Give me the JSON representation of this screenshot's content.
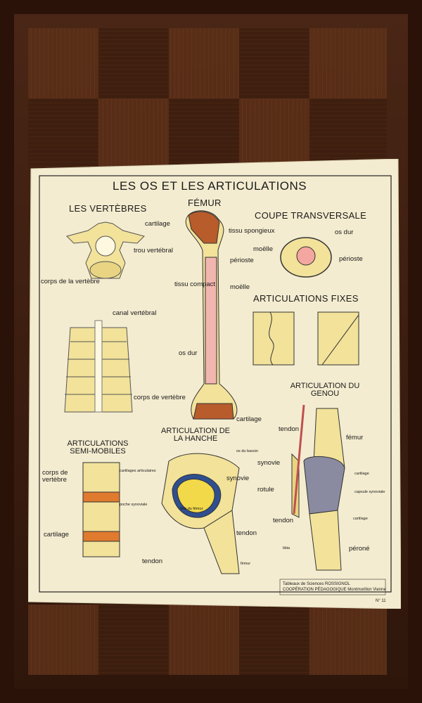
{
  "poster": {
    "title": "LES OS ET LES ARTICULATIONS",
    "number": "N° 11",
    "vertebrae": {
      "heading": "LES VERTÈBRES",
      "labels": [
        "trou vertébral",
        "corps de la vertèbre",
        "canal vertébral",
        "corps de vertèbre"
      ]
    },
    "femur": {
      "heading": "FÉMUR",
      "labels": [
        "cartilage",
        "tissu spongieux",
        "périoste",
        "tissu compact",
        "moëlle",
        "os dur",
        "cartilage"
      ]
    },
    "section": {
      "heading": "COUPE TRANSVERSALE",
      "labels": [
        "os dur",
        "moëlle",
        "périoste"
      ]
    },
    "fixed": {
      "heading": "ARTICULATIONS FIXES"
    },
    "knee": {
      "heading": "ARTICULATION DU GENOU",
      "labels": [
        "tendon",
        "fémur",
        "synovie",
        "cartilage",
        "rotule",
        "capsule synoviale",
        "tendon",
        "cartilage",
        "tibia",
        "péroné"
      ]
    },
    "semi": {
      "heading": "ARTICULATIONS SEMI-MOBILES",
      "labels": [
        "corps de vertèbre",
        "cartilage"
      ]
    },
    "hip": {
      "heading": "ARTICULATION DE LA HANCHE",
      "labels": [
        "os du bassin",
        "cartilages articulaires",
        "synovie",
        "poche synoviale",
        "tête du fémur",
        "tendon",
        "tendon",
        "fémur"
      ]
    },
    "credit": {
      "line1": "Tableaux de Sciences ROSSIGNOL",
      "line2": "COOPÉRATION PÉDAGOGIQUE Montmorillon Vienne"
    }
  }
}
